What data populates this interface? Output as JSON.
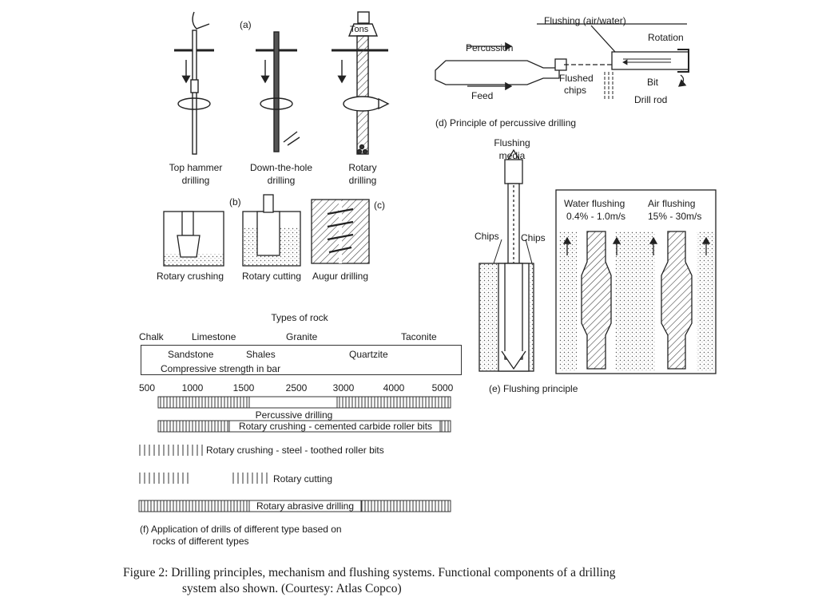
{
  "panel_a": {
    "tag": "(a)",
    "top_hammer": [
      "Top hammer",
      "drilling"
    ],
    "dth": [
      "Down-the-hole",
      "drilling"
    ],
    "rotary": [
      "Rotary",
      "drilling"
    ],
    "tons": "Tons"
  },
  "panel_b": {
    "tag": "(b)",
    "crushing": "Rotary crushing",
    "cutting": "Rotary cutting"
  },
  "panel_c": {
    "tag": "(c)",
    "augur": "Augur drilling"
  },
  "panel_d": {
    "flushing": "Flushing (air/water)",
    "rotation": "Rotation",
    "percussion": "Percussion",
    "feed": "Feed",
    "flushed_chips": [
      "Flushed",
      "chips"
    ],
    "bit": "Bit",
    "drill_rod": "Drill rod",
    "caption": "(d) Principle of percussive drilling"
  },
  "panel_e": {
    "flushing_media": [
      "Flushing",
      "media"
    ],
    "chips_left": "Chips",
    "chips_right": "Chips",
    "water_flushing": [
      "Water flushing",
      "0.4% - 1.0m/s"
    ],
    "air_flushing": [
      "Air flushing",
      "15% - 30m/s"
    ],
    "caption": "(e) Flushing principle"
  },
  "panel_f": {
    "types_of_rock": "Types of rock",
    "rocks_top": [
      "Chalk",
      "Limestone",
      "Granite",
      "Taconite"
    ],
    "rocks_box": [
      "Sandstone",
      "Shales",
      "Quartzite"
    ],
    "compressive": "Compressive strength in bar",
    "scale": [
      "500",
      "1000",
      "1500",
      "2500",
      "3000",
      "4000",
      "5000"
    ],
    "bars": [
      {
        "label": "Percussive drilling"
      },
      {
        "label": "Rotary crushing - cemented carbide roller bits"
      },
      {
        "label": "Rotary crushing - steel - toothed roller bits"
      },
      {
        "label": "Rotary cutting"
      },
      {
        "label": "Rotary abrasive drilling"
      }
    ],
    "caption": [
      "(f)  Application of drills of different type based on",
      "rocks of different types"
    ]
  },
  "figure_caption": {
    "line1": "Figure 2: Drilling principles, mechanism and flushing systems. Functional components of a drilling",
    "line2": "system also shown. (Courtesy: Atlas Copco)"
  }
}
